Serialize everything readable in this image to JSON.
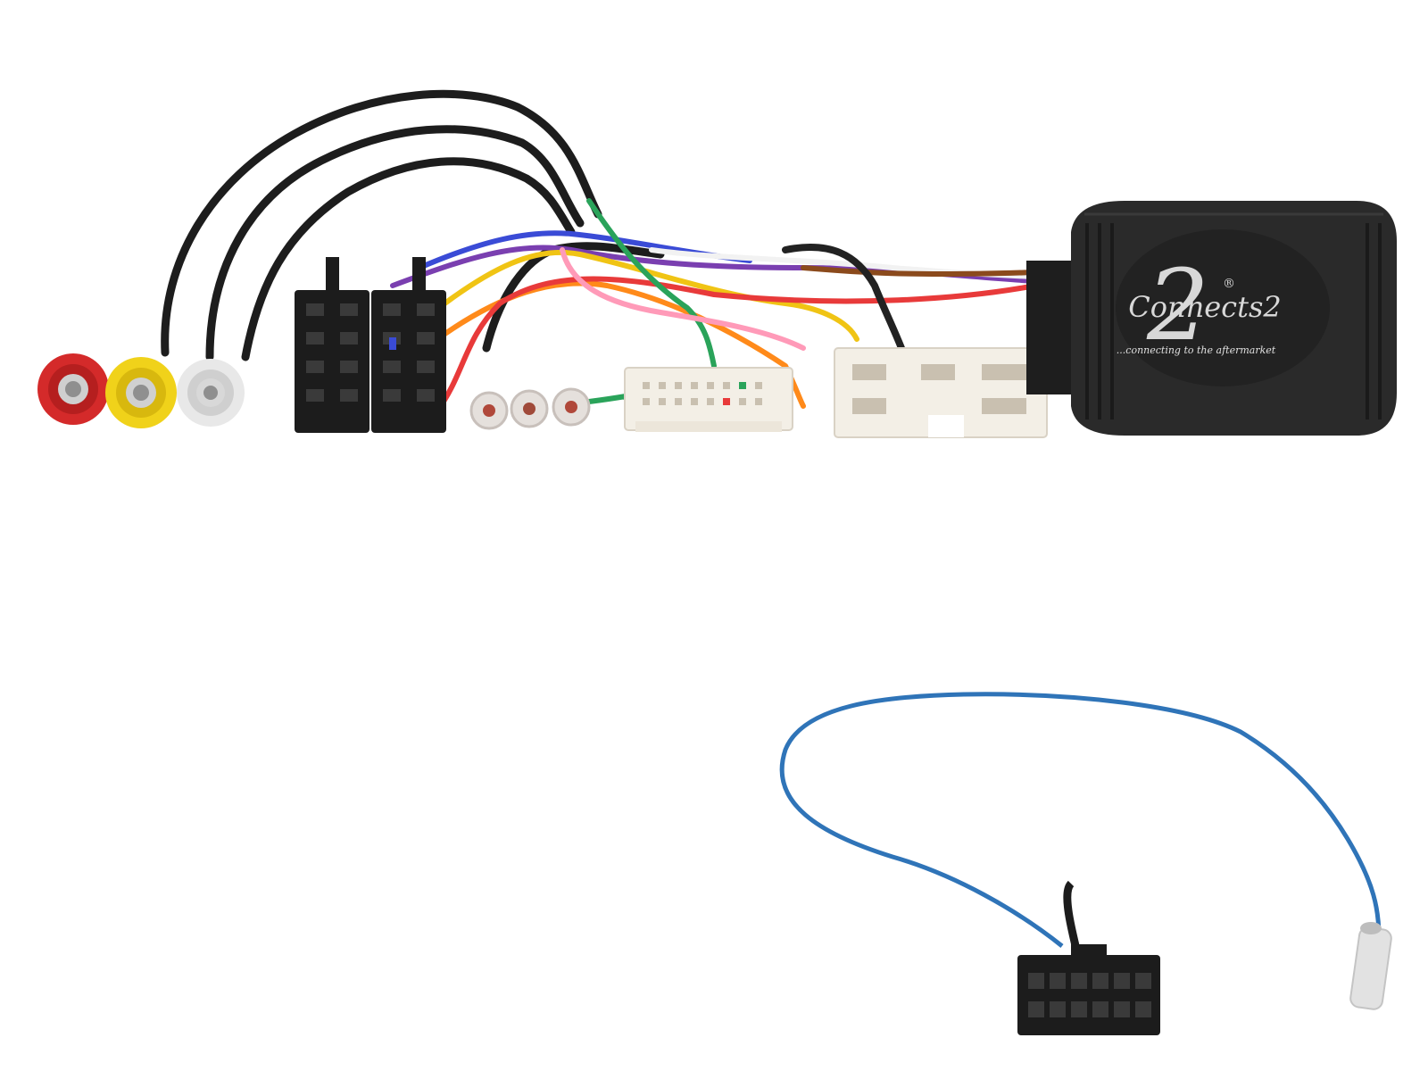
{
  "product": {
    "brand_logo": "Connects2",
    "logo_numeral": "2",
    "tagline": "...connecting to the aftermarket",
    "registered_mark": "®"
  },
  "colors": {
    "background": "#ffffff",
    "housing": "#2a2a2a",
    "connector_black": "#1c1c1c",
    "connector_white": "#f3efe6",
    "rca_red": "#d42a2a",
    "rca_yellow": "#f0d21a",
    "rca_white": "#e8e8e8",
    "lead_cable": "#2f74b8"
  },
  "wire_colors": [
    "#7a3fb0",
    "#3a4bd6",
    "#f0c414",
    "#ff8a1a",
    "#e83a3a",
    "#2aa35a",
    "#f2f2f2",
    "#ff9ab8",
    "#222222",
    "#8b4a1c"
  ]
}
